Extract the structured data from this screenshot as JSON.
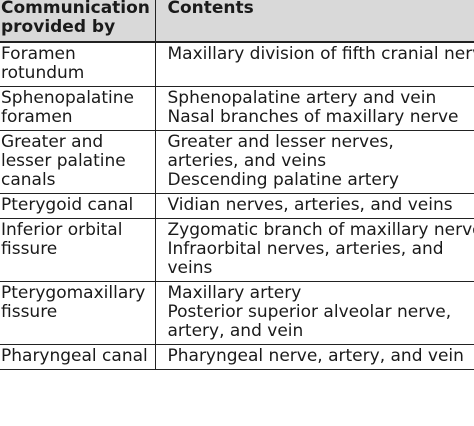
{
  "table": {
    "headers": [
      "Communication provided by",
      "Contents"
    ],
    "rows": [
      {
        "passage": "Foramen rotundum",
        "contents": [
          "Maxillary division of fifth cranial nerve"
        ]
      },
      {
        "passage": "Sphenopalatine foramen",
        "contents": [
          "Sphenopalatine artery and vein",
          "Nasal branches of maxillary nerve"
        ]
      },
      {
        "passage": "Greater and lesser palatine canals",
        "contents": [
          "Greater and lesser nerves, arteries, and veins",
          "Descending palatine artery"
        ]
      },
      {
        "passage": "Pterygoid canal",
        "contents": [
          "Vidian nerves, arteries, and veins"
        ]
      },
      {
        "passage": "Inferior orbital fissure",
        "contents": [
          "Zygomatic branch of maxillary nerve",
          "Infraorbital nerves, arteries, and veins"
        ]
      },
      {
        "passage": "Pterygomaxillary fissure",
        "contents": [
          "Maxillary artery",
          "Posterior superior alveolar nerve, artery, and vein"
        ]
      },
      {
        "passage": "Pharyngeal canal",
        "contents": [
          "Pharyngeal nerve, artery, and vein"
        ]
      }
    ]
  }
}
